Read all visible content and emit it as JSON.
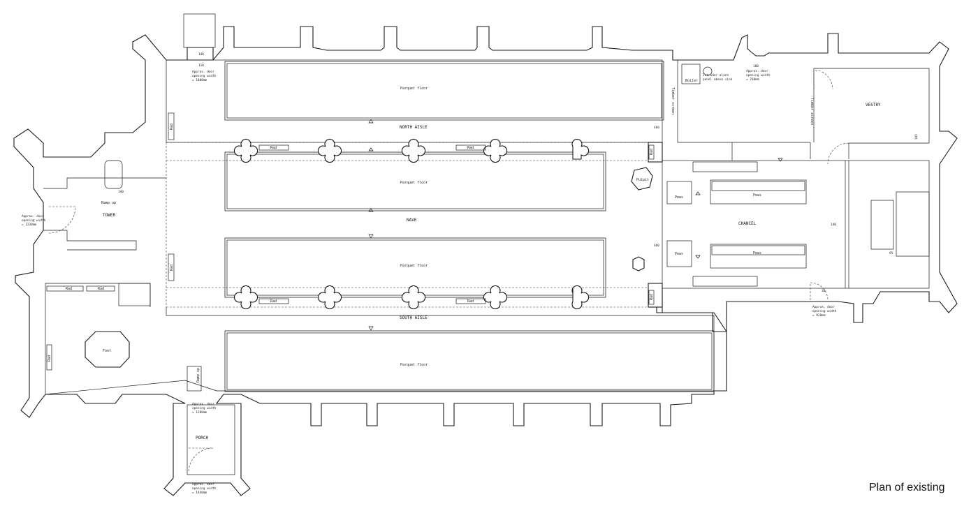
{
  "title": "Plan of existing",
  "rooms": {
    "north_aisle": "NORTH AISLE",
    "nave": "NAVE",
    "south_aisle": "SOUTH AISLE",
    "tower": "TOWER",
    "chancel": "CHANCEL",
    "vestry": "VESTRY",
    "porch": "PORCH"
  },
  "floors": {
    "north": "Parquet floor",
    "nave_upper": "Parquet floor",
    "nave_lower": "Parquet floor",
    "south": "Parquet floor"
  },
  "fixtures": {
    "rad": "Rad",
    "pews": "Pews",
    "pulpit": "Pulpit",
    "font": "Font",
    "boiler": "Boiler",
    "ramp_up": "Ramp up",
    "timber_screen": "Timber screen"
  },
  "dims": {
    "tower_step": "140",
    "north_door_step": "110",
    "north_door_top": "140",
    "vestry_step": "100",
    "d460a": "460",
    "d460b": "460",
    "d140": "140",
    "d95": "95",
    "d30": "30",
    "d165": "165"
  },
  "notes": {
    "north_door": [
      "Approx. door",
      "opening width",
      "= 1000mm"
    ],
    "vestry_door": [
      "Approx. door",
      "opening width",
      "= 760mm"
    ],
    "intruder": [
      "Intruder alarm",
      "panel above sink"
    ],
    "tower_door": [
      "Approx. door",
      "opening width",
      "= 1230mm"
    ],
    "porch_inner": [
      "Approx. door",
      "opening width",
      "= 1200mm"
    ],
    "porch_outer": [
      "Approx. door",
      "opening width",
      "= 1440mm"
    ],
    "chancel_door": [
      "Approx. door",
      "opening width",
      "= 920mm"
    ]
  }
}
